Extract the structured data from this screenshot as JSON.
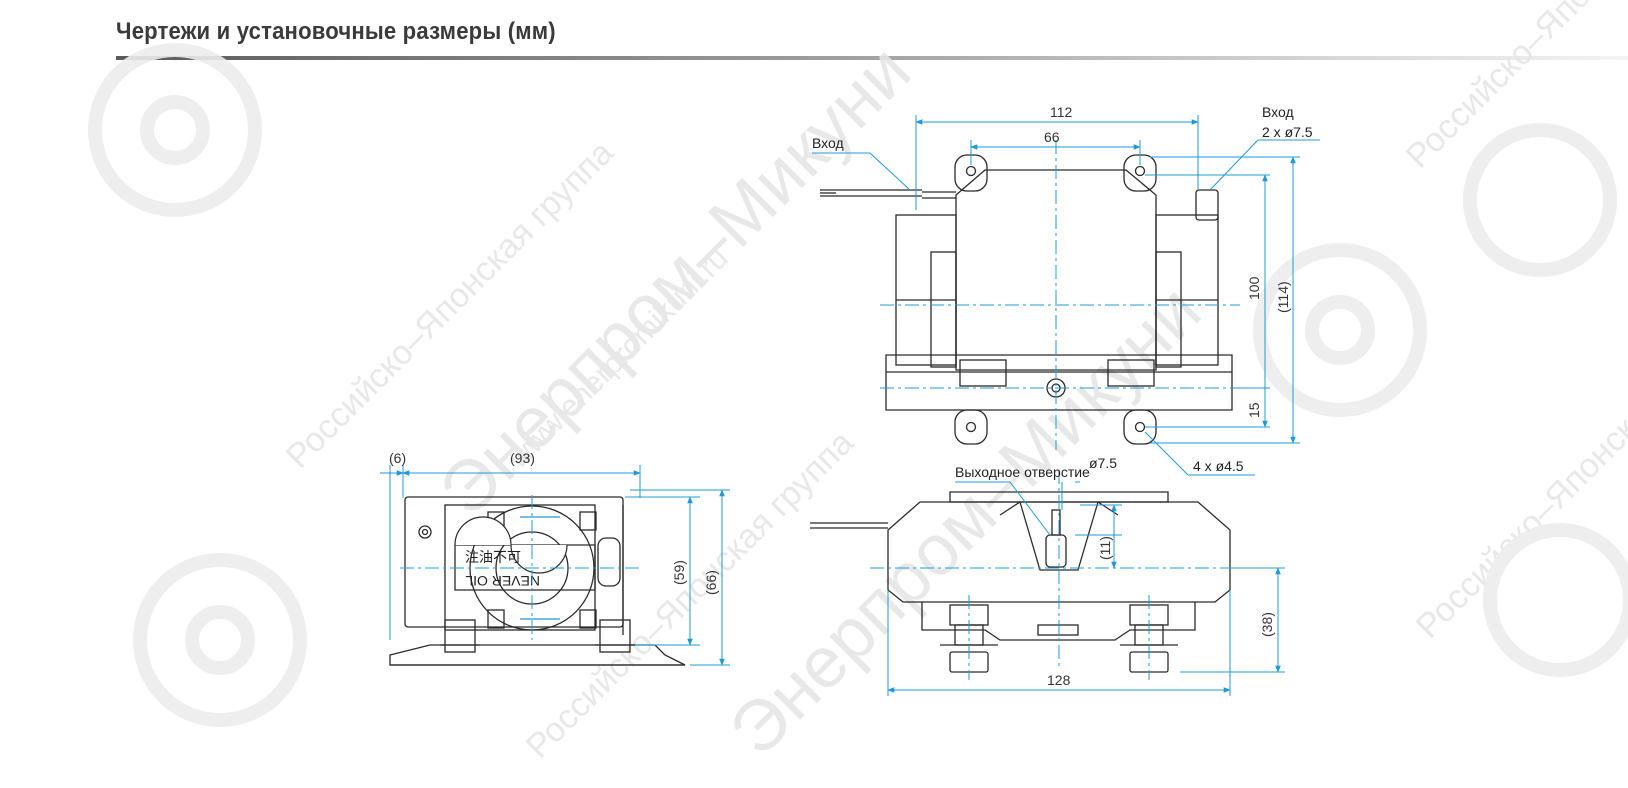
{
  "header": {
    "title": "Чертежи и установочные размеры (мм)"
  },
  "watermark": {
    "lines": [
      "Российско–Японская группа",
      "Энерпром–Микуни",
      "www.enerpromikuni.ru"
    ]
  },
  "top_view": {
    "dim_width": "112",
    "dim_inner": "66",
    "dim_height": "100",
    "dim_height_total": "(114)",
    "dim_foot": "15",
    "label_inlet_left": "Вход",
    "label_inlet_right": "Вход",
    "label_inlet_right_spec": "2 x ø7.5",
    "label_holes": "4 x ø4.5"
  },
  "side_view": {
    "dim_offset": "(6)",
    "dim_length": "(93)",
    "dim_height_inner": "(59)",
    "dim_height_total": "(66)",
    "label_warning_jp": "注油不可",
    "label_warning_en": "NEVER OIL"
  },
  "front_view": {
    "label_outlet": "Выходное отверстие",
    "label_outlet_dia": "ø7.5",
    "dim_outlet_height": "(11)",
    "dim_height": "(38)",
    "dim_width": "128"
  },
  "colors": {
    "outline": "#2a2a2a",
    "dimension": "#1e9bd7",
    "title": "#3a3a3a",
    "watermark": "#e6e6e6"
  }
}
